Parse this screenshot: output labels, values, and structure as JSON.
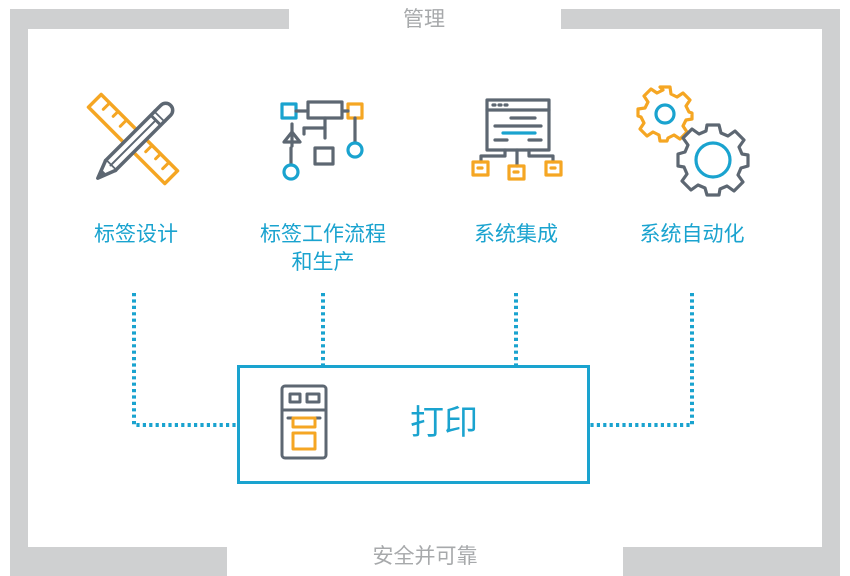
{
  "frame": {
    "top_label": "管理",
    "bottom_label": "安全并可靠"
  },
  "features": [
    {
      "label": "标签设计",
      "icon": "pencil-ruler-icon"
    },
    {
      "label_line1": "标签工作流程",
      "label_line2": "和生产",
      "icon": "workflow-icon"
    },
    {
      "label": "系统集成",
      "icon": "server-network-icon"
    },
    {
      "label": "系统自动化",
      "icon": "gears-icon"
    }
  ],
  "printer": {
    "label": "打印",
    "icon": "printer-icon"
  },
  "colors": {
    "accent": "#1aa3cf",
    "orange": "#f5a623",
    "icon_gray": "#5d6772",
    "frame_gray": "#cfd0d1",
    "label_gray": "#a7a9ab"
  }
}
